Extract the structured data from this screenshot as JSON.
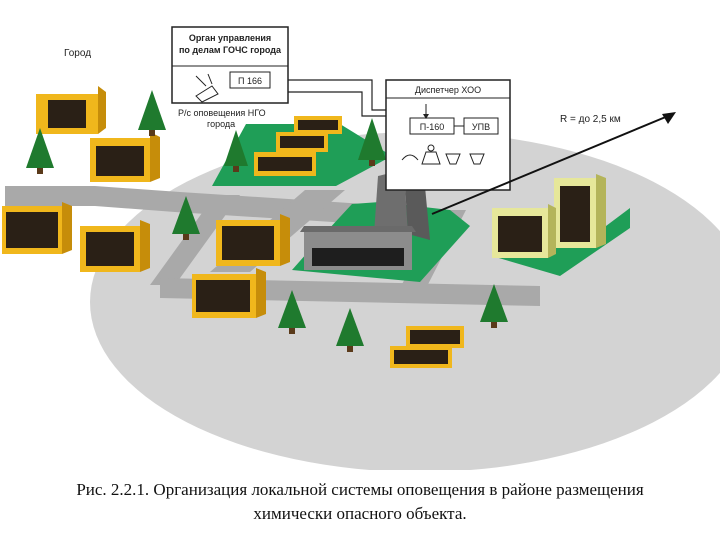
{
  "labels": {
    "city": "Город",
    "authority_line1": "Орган управления",
    "authority_line2": "по делам ГОЧС города",
    "p166": "П 166",
    "rs_line1": "Р/с оповещения НГО",
    "rs_line2": "города",
    "dispatcher": "Диспетчер ХОО",
    "p160": "П-160",
    "uvv": "УПВ",
    "radius": "R = до 2,5 км"
  },
  "caption": {
    "line1": "Рис. 2.2.1. Организация локальной системы оповещения в районе размещения",
    "line2": "химически опасного объекта."
  },
  "colors": {
    "zone": "#d3d3d3",
    "road": "#a9a9a9",
    "ground": "#1f9e57",
    "building_front": "#f0b71c",
    "building_side": "#c68d0a",
    "building_green_front": "#e6e79a",
    "plant": "#7a7a7a",
    "tree": "#1f7a2e",
    "window": "#2a2016"
  }
}
